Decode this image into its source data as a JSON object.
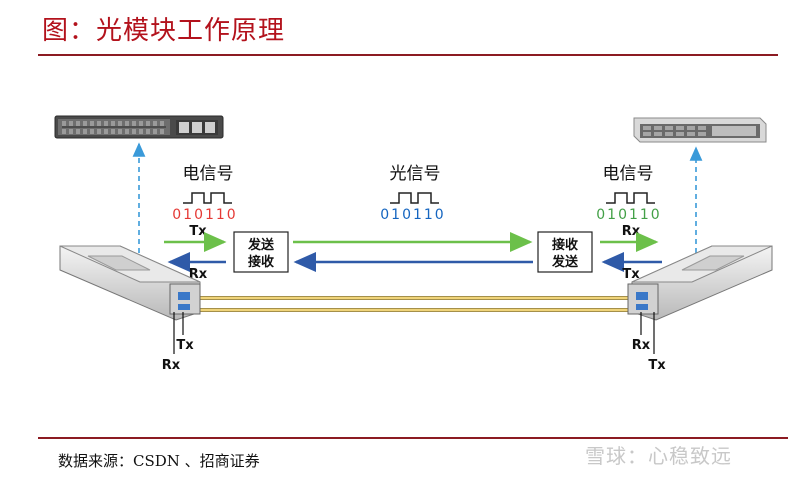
{
  "header": {
    "title": "图：光模块工作原理"
  },
  "footer": {
    "source": "数据来源：CSDN 、招商证券",
    "watermark": "雪球：心稳致远"
  },
  "diagram": {
    "left_signal_label": "电信号",
    "center_signal_label": "光信号",
    "right_signal_label": "电信号",
    "left_bits": "010110",
    "center_bits": "010110",
    "right_bits": "010110",
    "left_box_line1": "发送",
    "left_box_line2": "接收",
    "right_box_line1": "接收",
    "right_box_line2": "发送",
    "left_tx_arrow": "Tx",
    "left_rx_arrow": "Rx",
    "right_rx_arrow": "Rx",
    "right_tx_arrow": "Tx",
    "left_port_tx": "Tx",
    "left_port_rx": "Rx",
    "right_port_rx": "Rx",
    "right_port_tx": "Tx"
  },
  "colors": {
    "title": "#b3121c",
    "rule": "#8c1b22",
    "bits_left": "#e53935",
    "bits_center": "#1565c0",
    "bits_right": "#43a047",
    "arrow_green": "#6cc04a",
    "arrow_blue": "#2f5aa8",
    "dashed": "#3a9ad9",
    "fiber": "#e0c060"
  }
}
